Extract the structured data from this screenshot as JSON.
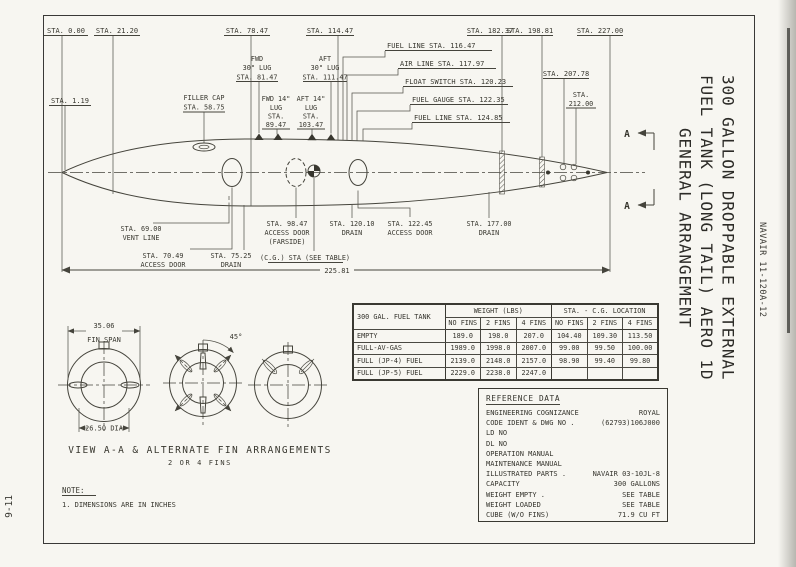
{
  "doc": {
    "page_number": "9-11",
    "navair_number": "NAVAIR 11-120A-12",
    "title_line1": "300 GALLON DROPPABLE EXTERNAL",
    "title_line2": "FUEL TANK (LONG TAIL) AERO 1D",
    "title_line3": "GENERAL ARRANGEMENT"
  },
  "labels": {
    "stations_top": [
      "STA. 0.00",
      "STA. 21.20",
      "STA. 78.47",
      "STA. 114.47",
      "STA. 182.37",
      "STA. 198.81",
      "STA. 227.00"
    ],
    "sta_1_19": "STA. 1.19",
    "filler_cap": [
      "FILLER CAP",
      "STA. 58.75"
    ],
    "fwd_30_lug": [
      "FWD",
      "30\" LUG",
      "STA. 81.47"
    ],
    "aft_30_lug": [
      "AFT",
      "30\" LUG",
      "STA. 111.47"
    ],
    "fwd_14_lug": [
      "FWD 14\"",
      "LUG",
      "STA.",
      "89.47"
    ],
    "aft_14_lug": [
      "AFT 14\"",
      "LUG",
      "STA.",
      "103.47"
    ],
    "fuel_line_fwd": "FUEL LINE STA. 116.47",
    "air_line": "AIR LINE STA. 117.97",
    "float_switch": "FLOAT SWITCH STA. 120.23",
    "fuel_gauge": "FUEL GAUGE STA. 122.35",
    "fuel_line_aft": "FUEL LINE STA. 124.85",
    "sta_207_78": "STA. 207.78",
    "sta_212_00": [
      "STA.",
      "212.00"
    ],
    "vent_line": [
      "STA. 69.00",
      "VENT LINE"
    ],
    "access_door_70": [
      "STA. 70.49",
      "ACCESS DOOR"
    ],
    "drain_75": [
      "STA. 75.25",
      "DRAIN"
    ],
    "access_door_98": [
      "STA. 98.47",
      "ACCESS DOOR",
      "(FARSIDE)"
    ],
    "drain_120": [
      "STA. 120.10",
      "DRAIN"
    ],
    "access_door_122": [
      "STA. 122.45",
      "ACCESS DOOR"
    ],
    "drain_177": [
      "STA. 177.00",
      "DRAIN"
    ],
    "cg_sta": "(C.G.) STA (SEE TABLE)",
    "overall_length": "225.81",
    "section_marker": "A",
    "fin_span": [
      "35.06",
      "FIN SPAN"
    ],
    "fin_dia": "26.50 DIA",
    "fin_angle": "45°",
    "view_caption": "VIEW A-A & ALTERNATE FIN ARRANGEMENTS",
    "view_caption_sub": "2 OR 4 FINS",
    "note_title": "NOTE:",
    "note_1": "1. DIMENSIONS ARE IN INCHES"
  },
  "table": {
    "corner": "300 GAL. FUEL TANK",
    "weight_group": "WEIGHT (LBS)",
    "cg_group": "STA. - C.G. LOCATION",
    "subheads": [
      "NO FINS",
      "2 FINS",
      "4 FINS",
      "NO FINS",
      "2 FINS",
      "4 FINS"
    ],
    "rows": [
      {
        "label": "EMPTY",
        "values": [
          "189.0",
          "198.0",
          "207.0",
          "104.40",
          "109.30",
          "113.50"
        ]
      },
      {
        "label": "FULL-AV-GAS",
        "values": [
          "1989.0",
          "1998.0",
          "2007.0",
          "99.00",
          "99.50",
          "100.00"
        ]
      },
      {
        "label": "FULL (JP-4) FUEL",
        "values": [
          "2139.0",
          "2148.0",
          "2157.0",
          "98.90",
          "99.40",
          "99.80"
        ]
      },
      {
        "label": "FULL (JP-5) FUEL",
        "values": [
          "2229.0",
          "2238.0",
          "2247.0",
          "",
          "",
          ""
        ]
      }
    ]
  },
  "reference": {
    "title": "REFERENCE DATA",
    "items": [
      {
        "label": "ENGINEERING COGNIZANCE",
        "value": "ROYAL"
      },
      {
        "label": "CODE IDENT & DWG NO .",
        "value": "(62793)106J000"
      },
      {
        "label": "LD NO",
        "value": ""
      },
      {
        "label": "DL NO",
        "value": ""
      },
      {
        "label": "OPERATION MANUAL",
        "value": ""
      },
      {
        "label": "MAINTENANCE MANUAL",
        "value": ""
      },
      {
        "label": "ILLUSTRATED PARTS .",
        "value": "NAVAIR 03-10JL-8"
      },
      {
        "label": "CAPACITY",
        "value": "300 GALLONS"
      },
      {
        "label": "WEIGHT EMPTY .",
        "value": "SEE TABLE"
      },
      {
        "label": "WEIGHT LOADED",
        "value": "SEE TABLE"
      },
      {
        "label": "CUBE (W/O FINS)",
        "value": "71.9 CU FT"
      }
    ]
  }
}
